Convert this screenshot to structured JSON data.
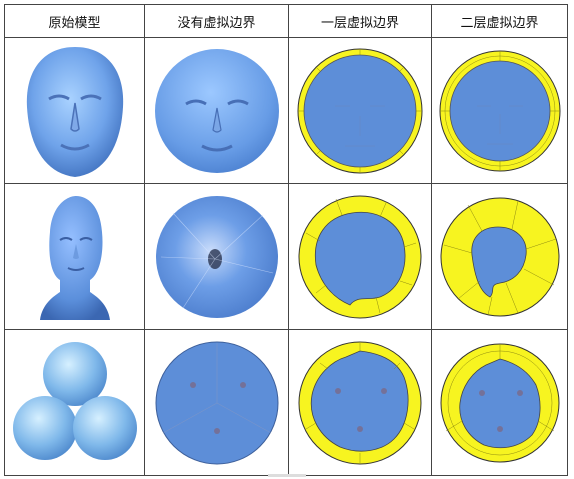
{
  "table": {
    "headers": [
      "原始模型",
      "没有虚拟边界",
      "一层虚拟边界",
      "二层虚拟边界"
    ]
  },
  "rows": [
    {
      "model": "face"
    },
    {
      "model": "head"
    },
    {
      "model": "three-spheres"
    }
  ],
  "colors": {
    "model_blue": "#5b8fdb",
    "param_blue": "#5d8ed8",
    "boundary_yellow": "#f7f420",
    "mesh_line": "#7a86a8",
    "border": "#444444"
  }
}
